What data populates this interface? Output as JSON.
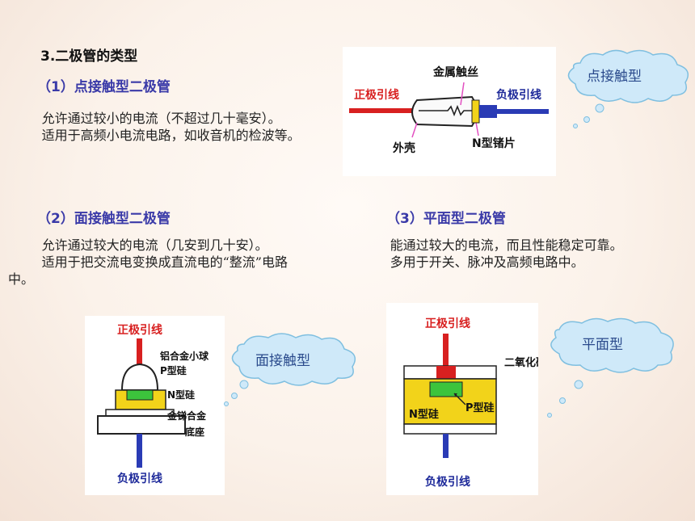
{
  "section_title": "3.二极管的类型",
  "point_contact": {
    "heading": "（1）点接触型二极管",
    "para1": "允许通过较小的电流（不超过几十毫安）。",
    "para2": "适用于高频小电流电路，如收音机的检波等。",
    "cloud": "点接触型",
    "diagram": {
      "pos_lead": "正极引线",
      "neg_lead": "负极引线",
      "wire": "金属触丝",
      "shell": "外壳",
      "chip": "N型锗片"
    }
  },
  "junction": {
    "heading": "（2）面接触型二极管",
    "para1": "允许通过较大的电流（几安到几十安）。",
    "para2": "适用于把交流电变换成直流电的“整流”电路中。",
    "cloud": "面接触型",
    "diagram": {
      "pos_lead": "正极引线",
      "neg_lead": "负极引线",
      "ball": "铝合金小球",
      "p_si": "P型硅",
      "n_si": "N型硅",
      "alloy": "金锑合金",
      "base": "底座"
    }
  },
  "planar": {
    "heading": "（3）平面型二极管",
    "para1": "能通过较大的电流，而且性能稳定可靠。",
    "para2": "多用于开关、脉冲及高频电路中。",
    "cloud": "平面型",
    "diagram": {
      "pos_lead": "正极引线",
      "neg_lead": "负极引线",
      "oxide": "二氧化硅",
      "n_si": "N型硅",
      "p_si": "P型硅"
    }
  }
}
